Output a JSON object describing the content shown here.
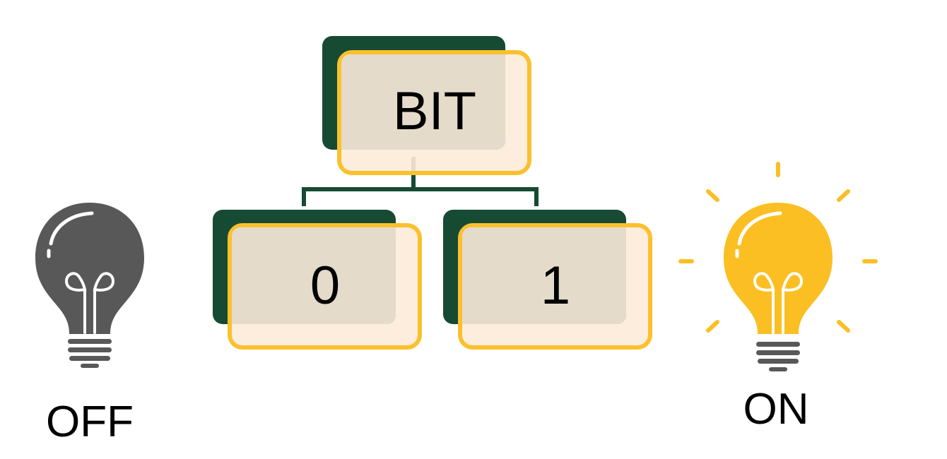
{
  "colors": {
    "green": "#164a33",
    "yellow": "#fbc02d",
    "box_fill": "#fdebd9",
    "overlap_fill": "#e4dbca",
    "bulb_off": "#585858",
    "bulb_on": "#fbbf24",
    "text": "#000000"
  },
  "tree": {
    "root_label": "BIT",
    "children": [
      {
        "label": "0"
      },
      {
        "label": "1"
      }
    ]
  },
  "bulbs": {
    "off": {
      "caption": "OFF",
      "icon": "lightbulb-off-icon"
    },
    "on": {
      "caption": "ON",
      "icon": "lightbulb-on-icon"
    }
  }
}
